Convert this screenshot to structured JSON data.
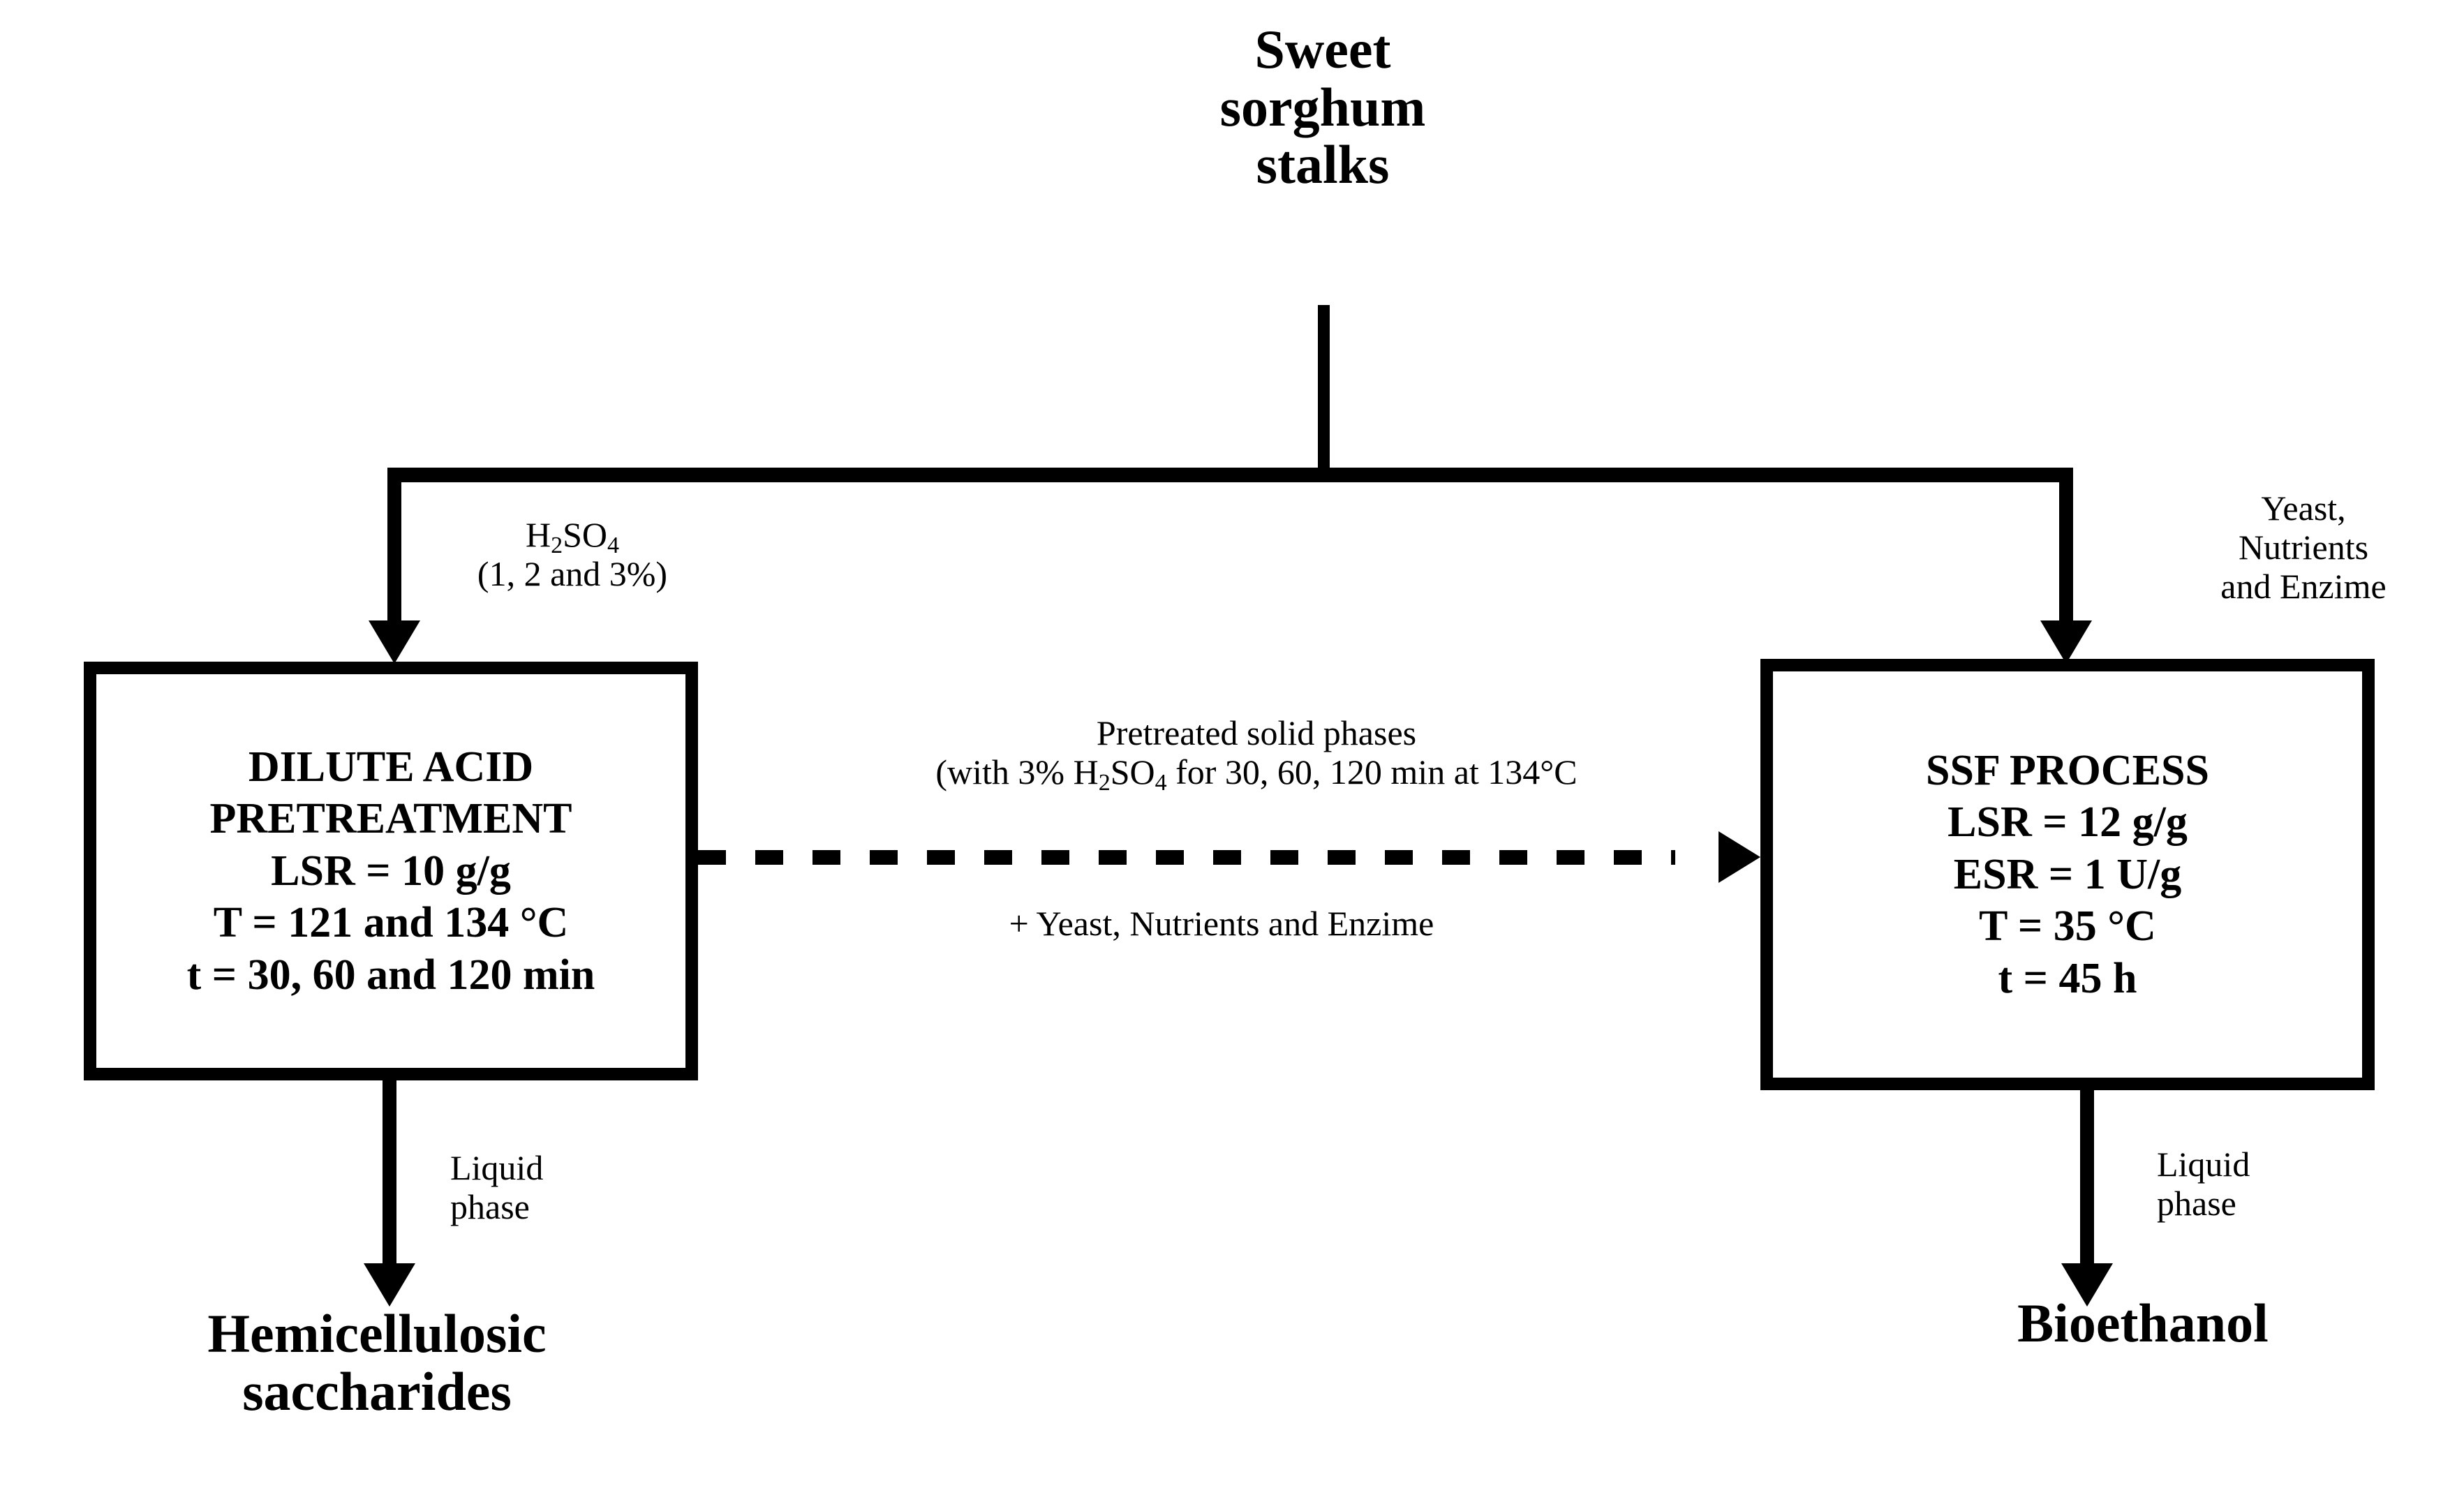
{
  "diagram": {
    "title": "Sweet\nsorghum\nstalks",
    "inputs": {
      "acid_label": "H₂SO₄\n(1, 2 and 3%)",
      "acid_label_line1_pre": "H",
      "acid_label_line1_sub1": "2",
      "acid_label_line1_mid": "SO",
      "acid_label_line1_sub2": "4",
      "acid_label_line2": "(1, 2 and 3%)",
      "yeast_label": "Yeast,\nNutrients\nand Enzime"
    },
    "boxes": [
      {
        "id": "dilute-acid-pretreatment",
        "heading": "DILUTE ACID\nPRETREATMENT",
        "lines": [
          "LSR = 10 g/g",
          "T = 121 and 134 °C",
          "t = 30, 60 and 120 min"
        ],
        "full_text": "DILUTE ACID\nPRETREATMENT\nLSR = 10 g/g\nT = 121 and 134 °C\nt = 30, 60 and 120 min"
      },
      {
        "id": "ssf-process",
        "heading": "SSF PROCESS",
        "lines": [
          "LSR = 12 g/g",
          "ESR = 1  U/g",
          "T = 35 °C",
          "t = 45 h"
        ],
        "full_text": "SSF PROCESS\nLSR = 12 g/g\nESR = 1  U/g\nT = 35 °C\nt = 45 h"
      }
    ],
    "stream_labels": {
      "pretreated_line1": "Pretreated solid phases",
      "pretreated_line2_a": "(with 3% H",
      "pretreated_line2_sub1": "2",
      "pretreated_line2_b": "SO",
      "pretreated_line2_sub2": "4",
      "pretreated_line2_c": "  for 30, 60, 120 min at 134°C",
      "additives": "+ Yeast,  Nutrients and Enzime",
      "liquid_phase_left": "Liquid\nphase",
      "liquid_phase_right": "Liquid\nphase"
    },
    "products": {
      "left": "Hemicellulosic\nsaccharides",
      "right": "Bioethanol"
    },
    "colors": {
      "ink": "#000000",
      "background": "#ffffff"
    }
  }
}
